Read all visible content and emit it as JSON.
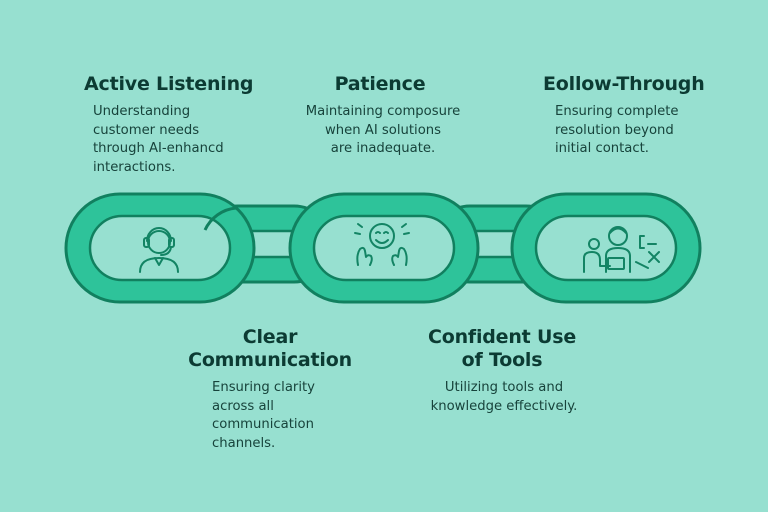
{
  "colors": {
    "background": "#97e0d0",
    "link_fill": "#2ec39a",
    "link_stroke": "#11805f",
    "icon_stroke": "#138464"
  },
  "items": [
    {
      "title": "Active Listening",
      "description": "Understanding\ncustomer needs\nthrough AI-enhancd\ninteractions.",
      "icon": "headset-agent-icon"
    },
    {
      "title": "Patience",
      "description": "Maintaining composure\nwhen AI solutions\nare inadequate.",
      "icon": "smiling-face-hands-icon"
    },
    {
      "title": "Eollow-Through",
      "description": "Ensuring complete\nresolution beyond\ninitial contact.",
      "icon": "agent-assist-translate-icon"
    },
    {
      "title": "Clear\nCommunication",
      "description": "Ensuring clarity\nacross all\ncommunication\nchannels."
    },
    {
      "title": "Confident Use\nof Tools",
      "description": "Utilizing tools and\nknowledge effectively."
    }
  ]
}
